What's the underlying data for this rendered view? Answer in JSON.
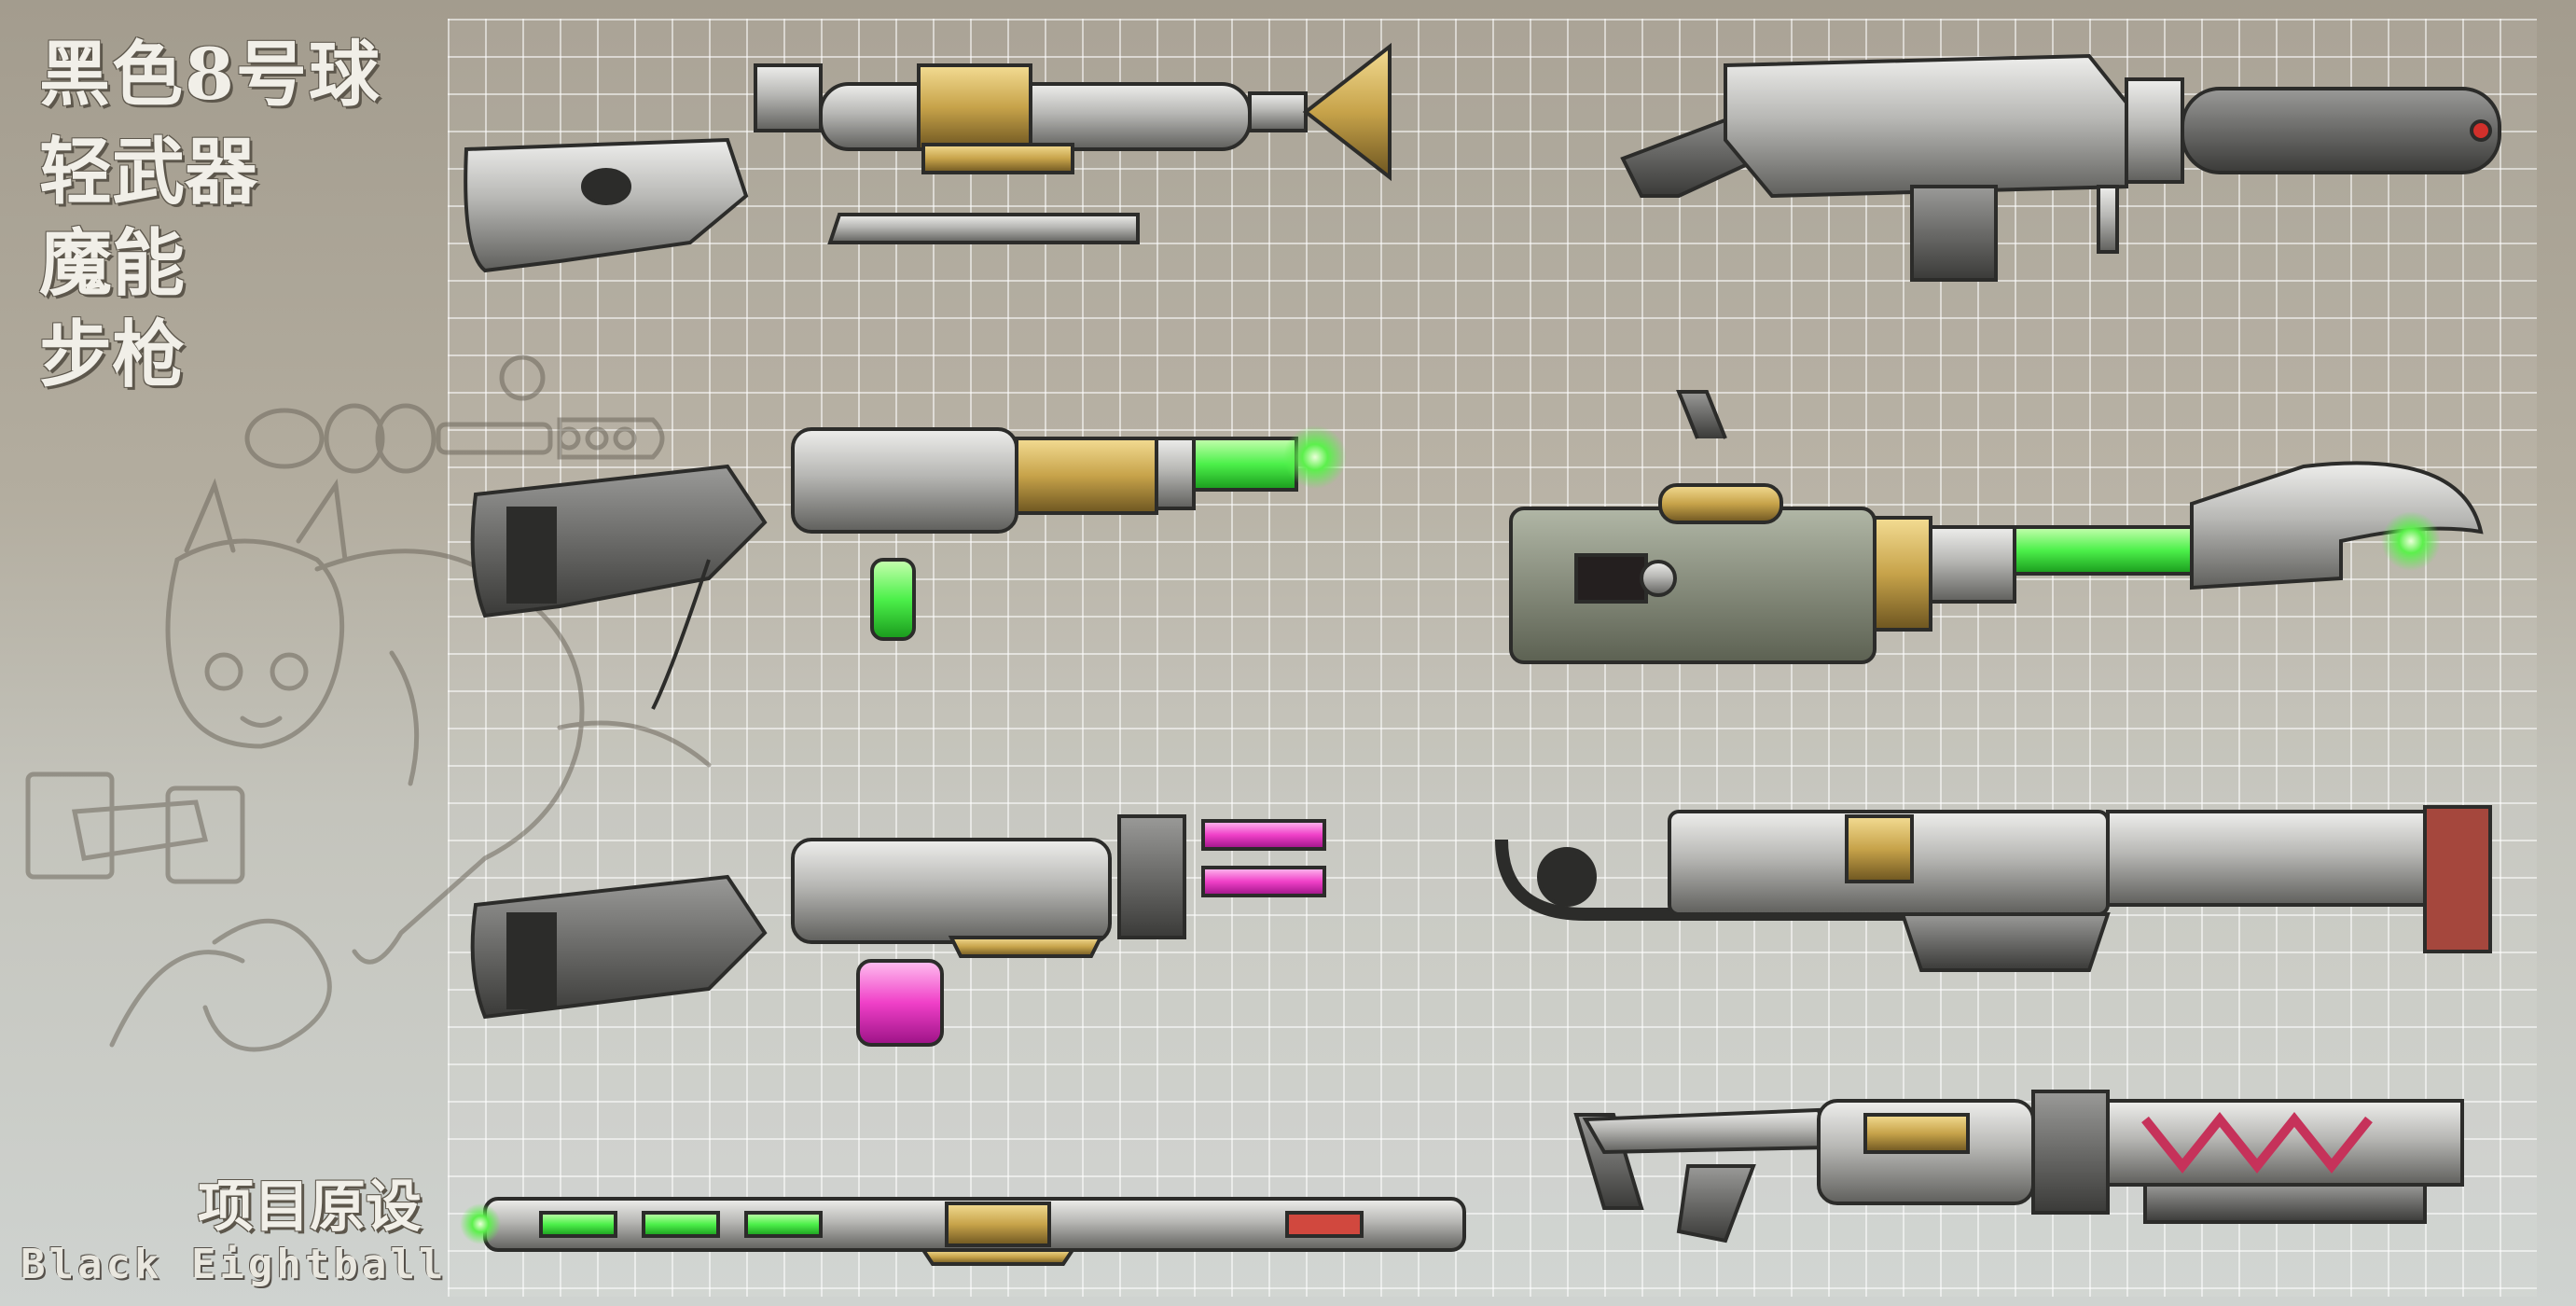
{
  "title": "黑色8号球",
  "subtitle_lines": [
    "轻武器",
    "魔能",
    "步枪"
  ],
  "project_label": "项目原设",
  "artist_label": "Black Eightball",
  "colors": {
    "background": "#a39c8e",
    "grid_line": "#ffffff",
    "title_fill": "#f1efe8",
    "title_outline": "#5d574c",
    "metal": "#b9b9b6",
    "energy_green": "#4cf04a",
    "energy_magenta": "#f040c8",
    "brass": "#c7a34a",
    "stock_red": "#a5473d"
  },
  "icons": [
    "pony-sketch",
    "laser-rifle",
    "heavy-rifle",
    "plasma-rifle",
    "plasma-cannon",
    "twin-plasma-rifle",
    "stock-rifle",
    "energy-staff",
    "tesla-rifle"
  ]
}
